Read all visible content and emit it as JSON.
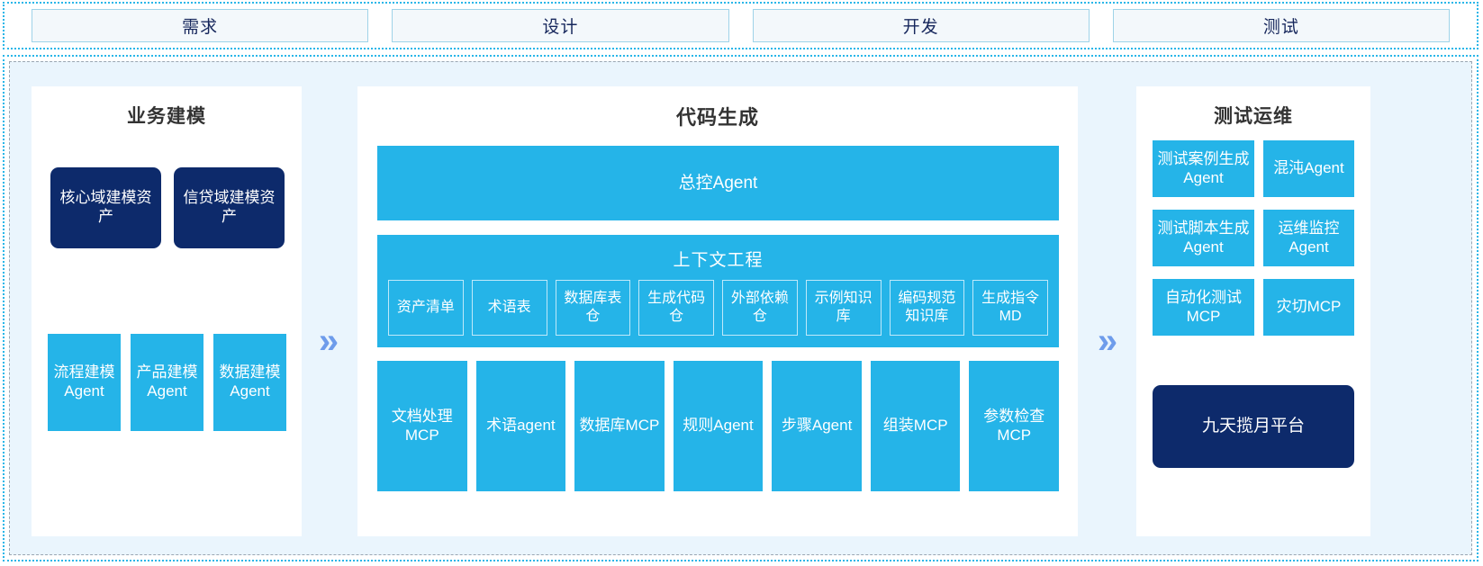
{
  "phases": {
    "items": [
      {
        "label": "需求"
      },
      {
        "label": "设计"
      },
      {
        "label": "开发"
      },
      {
        "label": "测试"
      }
    ]
  },
  "colors": {
    "accent_cyan": "#25b4e8",
    "navy": "#0d2a6b",
    "panel_bg": "#ffffff",
    "canvas_bg": "#eaf5fd",
    "chevron": "#6e9ceb",
    "phase_border": "#9fd3e8",
    "phase_text": "#16275c"
  },
  "separators": {
    "left_chevron": "»",
    "right_chevron": "»"
  },
  "panels": {
    "business_modeling": {
      "title": "业务建模",
      "assets": [
        {
          "label": "核心域建模资产"
        },
        {
          "label": "信贷域建模资产"
        }
      ],
      "agents": [
        {
          "label": "流程建模Agent"
        },
        {
          "label": "产品建模Agent"
        },
        {
          "label": "数据建模Agent"
        }
      ]
    },
    "code_generation": {
      "title": "代码生成",
      "master_agent": {
        "label": "总控Agent"
      },
      "context_engineering": {
        "title": "上下文工程",
        "items": [
          {
            "label": "资产清单"
          },
          {
            "label": "术语表"
          },
          {
            "label": "数据库表仓"
          },
          {
            "label": "生成代码仓"
          },
          {
            "label": "外部依赖仓"
          },
          {
            "label": "示例知识库"
          },
          {
            "label": "编码规范知识库"
          },
          {
            "label": "生成指令MD"
          }
        ]
      },
      "tools": [
        {
          "label": "文档处理MCP"
        },
        {
          "label": "术语agent"
        },
        {
          "label": "数据库MCP"
        },
        {
          "label": "规则Agent"
        },
        {
          "label": "步骤Agent"
        },
        {
          "label": "组装MCP"
        },
        {
          "label": "参数检查MCP"
        }
      ]
    },
    "test_ops": {
      "title": "测试运维",
      "agents": [
        {
          "label": "测试案例生成Agent"
        },
        {
          "label": "混沌Agent"
        },
        {
          "label": "测试脚本生成Agent"
        },
        {
          "label": "运维监控Agent"
        },
        {
          "label": "自动化测试MCP"
        },
        {
          "label": "灾切MCP"
        }
      ],
      "platform": {
        "label": "九天揽月平台"
      }
    }
  }
}
